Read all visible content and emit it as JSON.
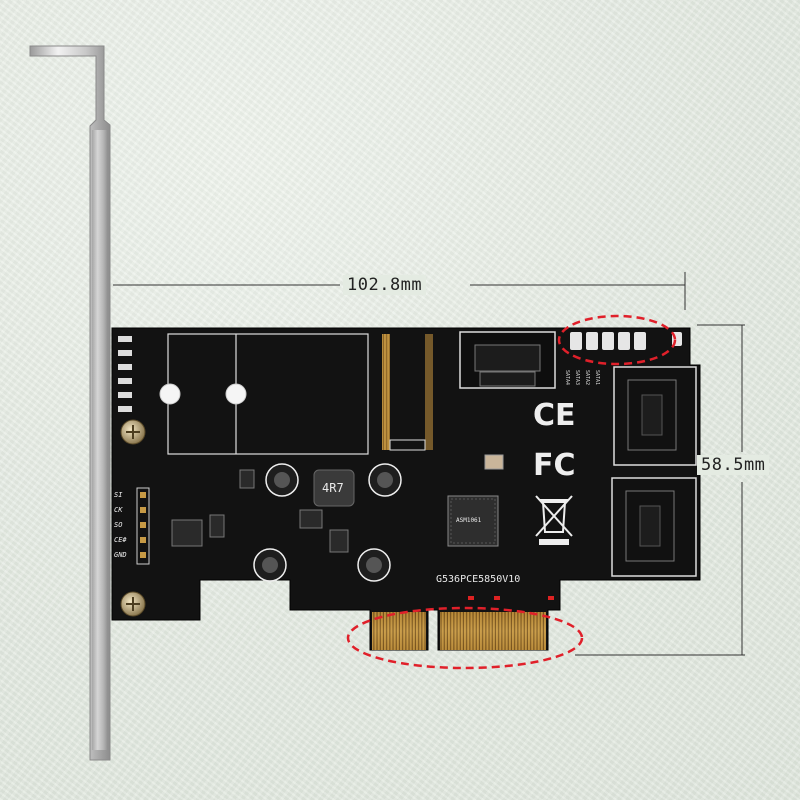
{
  "dimensions": {
    "width_label": "102.8mm",
    "height_label": "58.5mm"
  },
  "board": {
    "model_text": "G536PCE5850V10",
    "chip_text": "ASM1061",
    "inductor_text": "4R7",
    "jtag_pins": [
      "SI",
      "CK",
      "SO",
      "CE#",
      "GND"
    ],
    "sata_labels": [
      "SATA4",
      "SATA3",
      "SATA2",
      "SATA1"
    ],
    "cert_marks": [
      "CE",
      "FC"
    ]
  },
  "colors": {
    "pcb": "#141414",
    "gold": "#b8893a",
    "bracket": "#d6d6d6",
    "highlight": "#e0202a"
  },
  "icons": [
    "bracket",
    "screw-icon",
    "capacitor-icon",
    "sata-port-icon",
    "weee-icon"
  ]
}
